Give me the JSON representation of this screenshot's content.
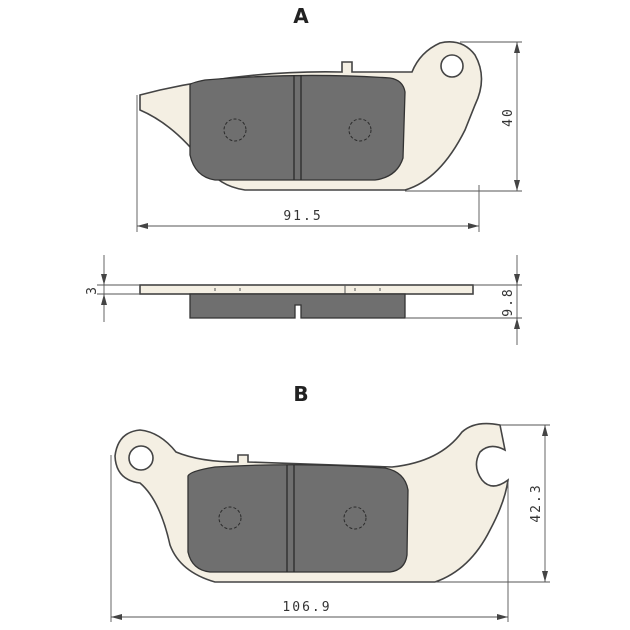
{
  "views": {
    "a": {
      "label": "A",
      "width": "91.5",
      "height": "40"
    },
    "side": {
      "plate_thickness": "3",
      "total_thickness": "9.8"
    },
    "b": {
      "label": "B",
      "width": "106.9",
      "height": "42.3"
    }
  },
  "colors": {
    "backing_plate": "#f4efe3",
    "friction_pad": "#6f6f6f",
    "outline": "#444444"
  }
}
